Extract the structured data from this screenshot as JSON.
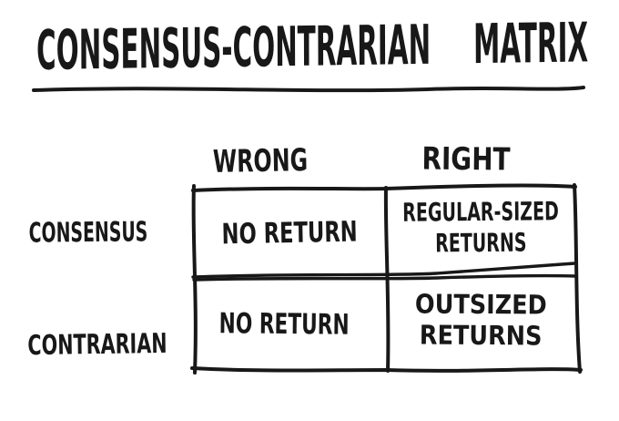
{
  "canvas": {
    "background": "#ffffff",
    "ink": "#181818"
  },
  "title": {
    "text": "CONSENSUS-CONTRARIAN MATRIX",
    "underlined": true
  },
  "matrix": {
    "column_headers": [
      {
        "label": "WRONG"
      },
      {
        "label": "RIGHT"
      }
    ],
    "row_headers": [
      {
        "label": "CONSENSUS"
      },
      {
        "label": "CONTRARIAN"
      }
    ],
    "cells": [
      {
        "row": "CONSENSUS",
        "column": "WRONG",
        "lines": [
          "NO RETURN"
        ]
      },
      {
        "row": "CONSENSUS",
        "column": "RIGHT",
        "lines": [
          "REGULAR-SIZED",
          "RETURNS"
        ]
      },
      {
        "row": "CONTRARIAN",
        "column": "WRONG",
        "lines": [
          "NO RETURN"
        ]
      },
      {
        "row": "CONTRARIAN",
        "column": "RIGHT",
        "lines": [
          "OUTSIZED",
          "RETURNS"
        ]
      }
    ]
  }
}
